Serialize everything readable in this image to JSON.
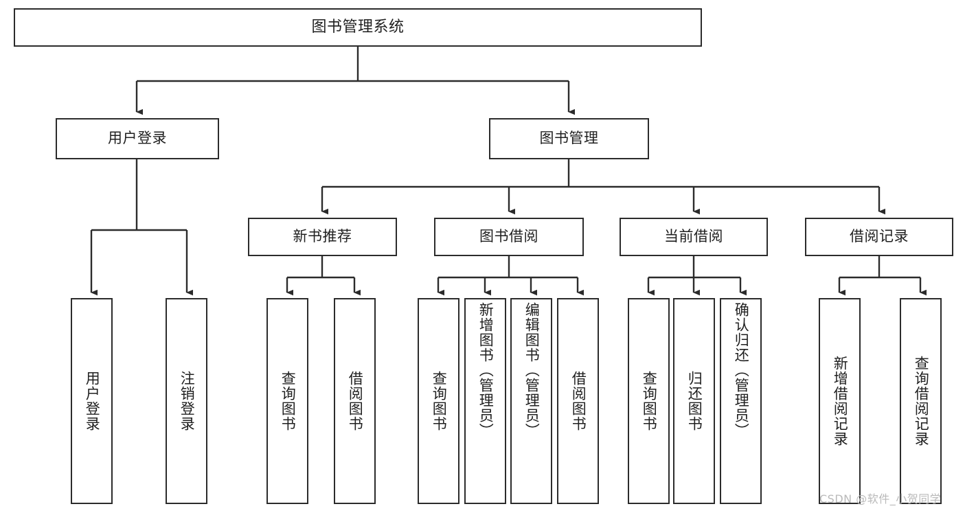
{
  "diagram": {
    "title": "图书管理系统",
    "type": "hierarchy-tree",
    "root": {
      "id": "root",
      "label": "图书管理系统",
      "orientation": "horizontal"
    },
    "level2": [
      {
        "id": "user-login",
        "label": "用户登录",
        "orientation": "horizontal"
      },
      {
        "id": "book-management",
        "label": "图书管理",
        "orientation": "horizontal"
      }
    ],
    "level3": [
      {
        "id": "new-book-recommend",
        "label": "新书推荐",
        "orientation": "horizontal"
      },
      {
        "id": "book-borrow",
        "label": "图书借阅",
        "orientation": "horizontal"
      },
      {
        "id": "current-borrow",
        "label": "当前借阅",
        "orientation": "horizontal"
      },
      {
        "id": "borrow-record",
        "label": "借阅记录",
        "orientation": "horizontal"
      }
    ],
    "leaves": [
      {
        "id": "leaf-user-login",
        "label": "用户登录",
        "parent": "user-login"
      },
      {
        "id": "leaf-logout-login",
        "label": "注销登录",
        "parent": "user-login"
      },
      {
        "id": "leaf-query-book-1",
        "label": "查询图书",
        "parent": "new-book-recommend"
      },
      {
        "id": "leaf-borrow-book-1",
        "label": "借阅图书",
        "parent": "new-book-recommend"
      },
      {
        "id": "leaf-query-book-2",
        "label": "查询图书",
        "parent": "book-borrow"
      },
      {
        "id": "leaf-add-book",
        "label": "新增图书（管理员）",
        "parent": "book-borrow"
      },
      {
        "id": "leaf-edit-book",
        "label": "编辑图书（管理员）",
        "parent": "book-borrow"
      },
      {
        "id": "leaf-borrow-book-2",
        "label": "借阅图书",
        "parent": "book-borrow"
      },
      {
        "id": "leaf-query-book-3",
        "label": "查询图书",
        "parent": "current-borrow"
      },
      {
        "id": "leaf-return-book",
        "label": "归还图书",
        "parent": "current-borrow"
      },
      {
        "id": "leaf-confirm-return",
        "label": "确认归还（管理员）",
        "parent": "current-borrow"
      },
      {
        "id": "leaf-add-record",
        "label": "新增借阅记录",
        "parent": "borrow-record"
      },
      {
        "id": "leaf-query-record",
        "label": "查询借阅记录",
        "parent": "borrow-record"
      }
    ],
    "watermark": "CSDN @软件_小贺同学",
    "colors": {
      "stroke": "#2b2b2b",
      "background": "#ffffff",
      "text": "#1f1f1f",
      "watermark": "#b9b9b9"
    }
  }
}
